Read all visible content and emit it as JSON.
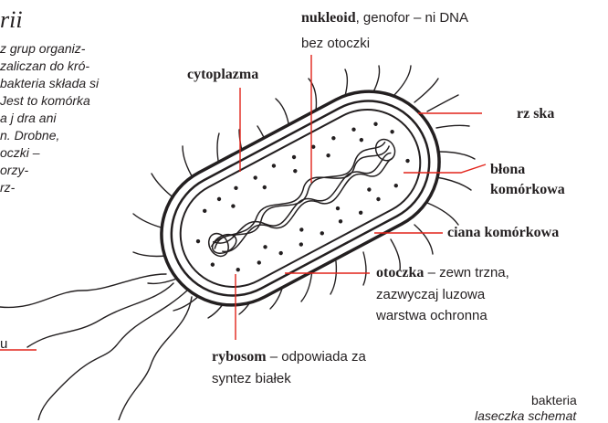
{
  "heading_fragment": "rii",
  "body_fragment_lines": [
    "z grup organiz-",
    "zaliczan  do kró-",
    "bakteria składa si",
    "Jest to komórka",
    "a j  dra ani",
    "n. Drobne,",
    "oczki –",
    "orzy-",
    "rz-"
  ],
  "bottom_left_fragment": "u",
  "labels": {
    "nucleoid": {
      "term": "nukleoid",
      "desc_line1": ", genofor – ni   DNA",
      "desc_line2": "bez otoczki"
    },
    "cytoplasm": {
      "term": "cytoplazma"
    },
    "flagellum": {
      "term": "rz  ska"
    },
    "cell_membrane": {
      "line1": "błona",
      "line2": "komórkowa"
    },
    "cell_wall": {
      "term": "ciana komórkowa"
    },
    "capsule": {
      "term": "otoczka",
      "desc_line1": " – zewn  trzna,",
      "desc_line2": "zazwyczaj  luzowa",
      "desc_line3": "warstwa ochronna"
    },
    "ribosome": {
      "term": "rybosom",
      "desc_line1": " – odpowiada za",
      "desc_line2": "syntez   białek"
    }
  },
  "caption_fragment": {
    "line1": "bakteria",
    "line2": "laseczka  schemat"
  },
  "colors": {
    "leader_line": "#e2231a",
    "outline": "#231f20",
    "cell_fill": "#ffffff"
  }
}
